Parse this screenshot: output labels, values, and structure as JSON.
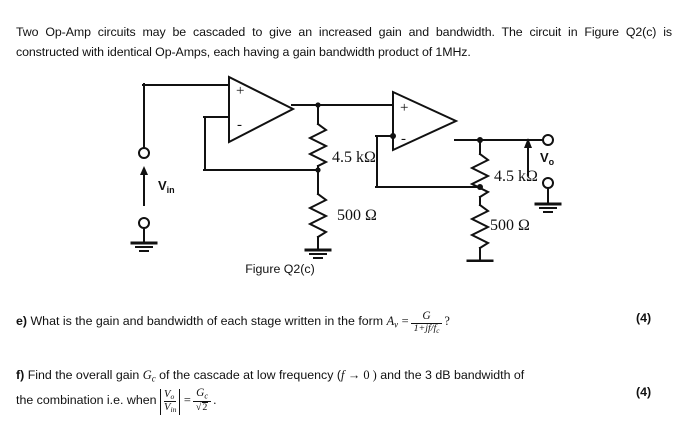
{
  "document": {
    "intro": "Two Op-Amp circuits may be cascaded to give an increased gain and bandwidth. The circuit in Figure Q2(c) is constructed with identical Op-Amps, each having a gain bandwidth product of 1MHz.",
    "figure_caption": "Figure Q2(c)"
  },
  "figure": {
    "input_label": "Vin",
    "input_label_main": "V",
    "input_label_sub": "in",
    "output_label_main": "V",
    "output_label_sub": "o",
    "opamp1": {
      "plus": "+",
      "minus": "-"
    },
    "opamp2": {
      "plus": "+",
      "minus": "-"
    },
    "resistors": [
      {
        "name": "stage1-feedback-resistor",
        "value": "4.5 kΩ"
      },
      {
        "name": "stage1-ground-resistor",
        "value": "500 Ω"
      },
      {
        "name": "stage2-feedback-resistor",
        "value": "4.5 kΩ"
      },
      {
        "name": "stage2-ground-resistor",
        "value": "500 Ω"
      }
    ]
  },
  "questions": [
    {
      "id": "e",
      "label": "e)",
      "text_before": "What is the gain and bandwidth of each stage written in the form",
      "formula": {
        "lhs_main": "A",
        "lhs_sub": "v",
        "equals": "=",
        "numerator": "G",
        "denominator": "1+jf/fc",
        "den_main": "1+jf/f",
        "den_sub": "c",
        "trailing": "?"
      },
      "marks": "(4)"
    },
    {
      "id": "f",
      "label": "f)",
      "line1_part1": "Find the overall gain",
      "line1_gain_main": "G",
      "line1_gain_sub": "c",
      "line1_part2": "of the cascade at low frequency (",
      "line1_f": "f",
      "line1_arrow": "→ 0 )",
      "line1_part3": "and the 3 dB bandwidth of",
      "line2_part1": "the combination i.e. when",
      "line2_frac_num_main": "V",
      "line2_frac_num_sub": "o",
      "line2_frac_den_main": "V",
      "line2_frac_den_sub": "in",
      "line2_equals": "=",
      "line2_rhs_num_main": "G",
      "line2_rhs_num_sub": "c",
      "line2_rhs_den_radical": "√",
      "line2_rhs_den_value": "2",
      "line2_period": ".",
      "marks": "(4)"
    }
  ],
  "colors": {
    "ink": "#111111",
    "background": "#ffffff"
  }
}
